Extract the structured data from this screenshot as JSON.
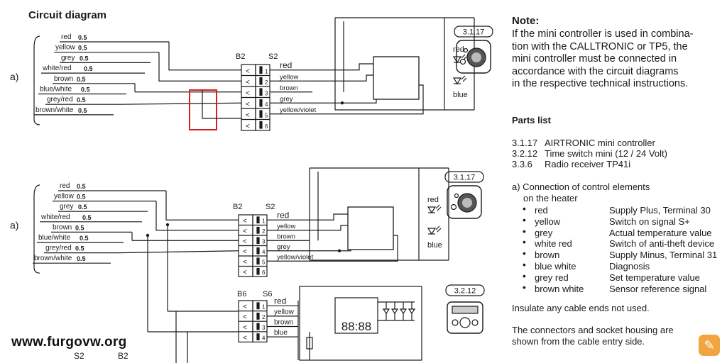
{
  "title": "Circuit diagram",
  "watermark": "www.furgovw.org",
  "bottom_labels": [
    "S2",
    "B2"
  ],
  "note": {
    "heading": "Note:",
    "lines": [
      "If the mini controller is used in combina-",
      "tion with the CALLTRONIC or TP5, the",
      "mini controller must be connected in",
      "accordance with the circuit diagrams",
      "in the respective technical instructions."
    ]
  },
  "parts": {
    "heading": "Parts list",
    "items": [
      {
        "code": "3.1.17",
        "name": "AIRTRONIC mini controller"
      },
      {
        "code": "3.2.12",
        "name": "Time switch mini (12 / 24 Volt)"
      },
      {
        "code": "3.3.6",
        "name": "Radio receiver TP41i"
      }
    ]
  },
  "connection": {
    "heading": "a) Connection of control elements",
    "sub": "on the heater",
    "rows": [
      {
        "color": "red",
        "desc": "Supply Plus, Terminal 30"
      },
      {
        "color": "yellow",
        "desc": "Switch on signal S+"
      },
      {
        "color": "grey",
        "desc": "Actual temperature value"
      },
      {
        "color": "white red",
        "desc": "Switch of anti-theft device"
      },
      {
        "color": "brown",
        "desc": "Supply Minus, Terminal 31"
      },
      {
        "color": "blue white",
        "desc": "Diagnosis"
      },
      {
        "color": "grey red",
        "desc": "Set temperature value"
      },
      {
        "color": "brown white",
        "desc": "Sensor reference signal"
      }
    ]
  },
  "insulate": "Insulate any cable ends not used.",
  "connectors": "The connectors and socket housing are shown from the cable entry side.",
  "diagram": {
    "group_label": "a)",
    "wires": [
      {
        "color": "red",
        "size": "0.5"
      },
      {
        "color": "yellow",
        "size": "0.5"
      },
      {
        "color": "grey",
        "size": "0.5"
      },
      {
        "color": "white/red",
        "size": "0.5"
      },
      {
        "color": "brown",
        "size": "0.5"
      },
      {
        "color": "blue/white",
        "size": "0.5"
      },
      {
        "color": "grey/red",
        "size": "0.5"
      },
      {
        "color": "brown/white",
        "size": "0.5"
      }
    ],
    "connector_b": "B2",
    "connector_s": "S2",
    "pins": [
      "1",
      "2",
      "3",
      "4",
      "5",
      "6"
    ],
    "s2_wires": [
      "red",
      "yellow",
      "brown",
      "grey",
      "yellow/violet"
    ],
    "controller_ref": "3.1.17",
    "led_labels": [
      "red",
      "blue"
    ],
    "connector_b6": "B6",
    "connector_s6": "S6",
    "pins_b6": [
      "1",
      "2",
      "3",
      "4"
    ],
    "s6_wires": [
      "red",
      "yellow",
      "brown",
      "blue"
    ],
    "timer_ref": "3.2.12",
    "timer_display": "88:88",
    "highlight_color": "#d62020"
  }
}
